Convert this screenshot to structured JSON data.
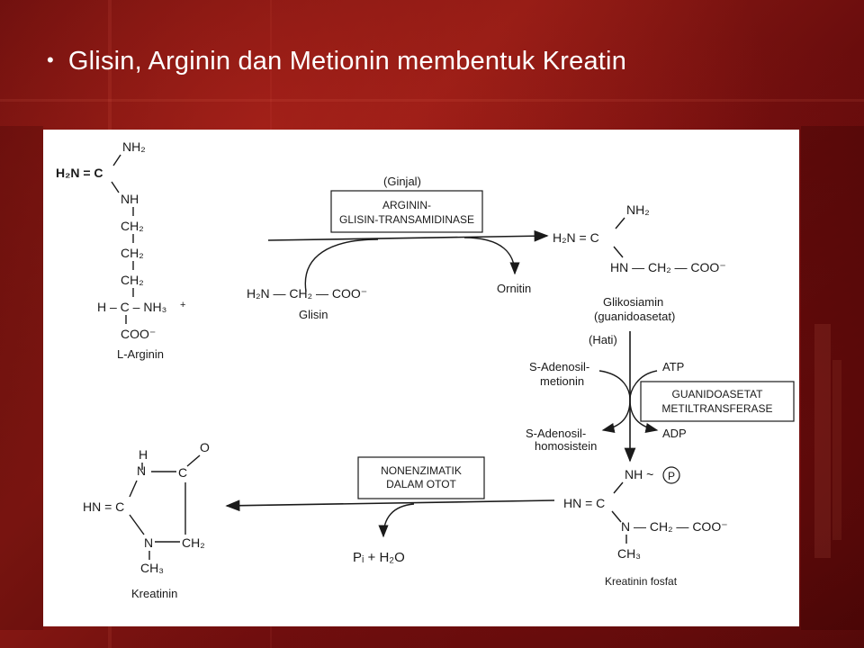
{
  "slide": {
    "bullet": "•",
    "title": "Glisin, Arginin dan Metionin membentuk Kreatin"
  },
  "diagram": {
    "arginine": {
      "nh2_top": "NH₂",
      "h2n_eq_c": "H₂N = C",
      "nh": "NH",
      "ch2_a": "CH₂",
      "ch2_b": "CH₂",
      "ch2_c": "CH₂",
      "h_c_nh3": "H – C – NH₃",
      "plus": "+",
      "coo": "COO⁻",
      "name": "L-Arginin"
    },
    "glycine": {
      "formula": "H₂N — CH₂ — COO⁻",
      "name": "Glisin"
    },
    "ornithine": "Ornitin",
    "kidney": "(Ginjal)",
    "enzyme1_line1": "ARGININ-",
    "enzyme1_line2": "GLISIN-TRANSAMIDINASE",
    "guanidoacetate": {
      "nh2": "NH₂",
      "h2n_eq_c": "H₂N = C",
      "hn_row": "HN — CH₂ — COO⁻",
      "name1": "Glikosiamin",
      "name2": "(guanidoasetat)"
    },
    "liver": "(Hati)",
    "sam1": "S-Adenosil-",
    "sam2": "metionin",
    "atp": "ATP",
    "sah1": "S-Adenosil-",
    "sah2": "homosistein",
    "adp": "ADP",
    "enzyme2_line1": "GUANIDOASETAT",
    "enzyme2_line2": "METILTRANSFERASE",
    "creatine_phosphate": {
      "nh_p": "NH ~",
      "p": "P",
      "hn_eq_c": "HN = C",
      "n_row": "N — CH₂ — COO⁻",
      "ch3": "CH₃",
      "name": "Kreatinin fosfat"
    },
    "enzyme3_line1": "NONENZIMATIK",
    "enzyme3_line2": "DALAM OTOT",
    "byproduct": "Pᵢ + H₂O",
    "creatinine": {
      "h": "H",
      "o": "O",
      "n_top": "N",
      "c_top": "C",
      "hn_eq_c": "HN = C",
      "n_bottom": "N",
      "ch2": "CH₂",
      "ch3": "CH₃",
      "name": "Kreatinin"
    }
  }
}
